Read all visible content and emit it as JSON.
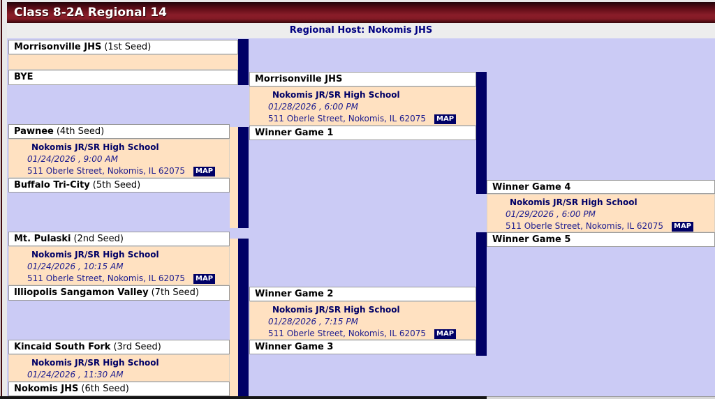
{
  "title": "Class 8-2A Regional 14",
  "host": "Regional Host: Nokomis JHS",
  "map_label": "MAP",
  "colors": {
    "maroon_header": "#8a1d29",
    "navy": "#000066",
    "lavender_background": "#cbcbf5",
    "peach_gamebox": "#ffe1c1",
    "white_slot": "#ffffff"
  },
  "round1": {
    "slot1": {
      "team": "Morrisonville JHS",
      "seed": "(1st Seed)"
    },
    "slot2": {
      "team": "BYE",
      "seed": ""
    },
    "slot3": {
      "team": "Pawnee",
      "seed": "(4th Seed)"
    },
    "slot4": {
      "team": "Buffalo Tri-City",
      "seed": "(5th Seed)"
    },
    "slot5": {
      "team": "Mt. Pulaski",
      "seed": "(2nd Seed)"
    },
    "slot6": {
      "team": "Illiopolis Sangamon Valley",
      "seed": "(7th Seed)"
    },
    "slot7": {
      "team": "Kincaid South Fork",
      "seed": "(3rd Seed)"
    },
    "slot8": {
      "team": "Nokomis JHS",
      "seed": "(6th Seed)"
    }
  },
  "round2": {
    "slot1": {
      "team": "Morrisonville JHS"
    },
    "slot2": {
      "team": "Winner Game 1"
    },
    "slot3": {
      "team": "Winner Game 2"
    },
    "slot4": {
      "team": "Winner Game 3"
    }
  },
  "round3": {
    "slot1": {
      "team": "Winner Game 4"
    },
    "slot2": {
      "team": "Winner Game 5"
    }
  },
  "games": {
    "game1": {
      "school": "Nokomis JR/SR High School",
      "datetime": "01/24/2026 , 9:00 AM",
      "address": "511 Oberle Street, Nokomis, IL 62075"
    },
    "game2": {
      "school": "Nokomis JR/SR High School",
      "datetime": "01/24/2026 , 10:15 AM",
      "address": "511 Oberle Street, Nokomis, IL 62075"
    },
    "game3": {
      "school": "Nokomis JR/SR High School",
      "datetime": "01/24/2026 , 11:30 AM"
    },
    "game4": {
      "school": "Nokomis JR/SR High School",
      "datetime": "01/28/2026 , 6:00 PM",
      "address": "511 Oberle Street, Nokomis, IL 62075"
    },
    "game5": {
      "school": "Nokomis JR/SR High School",
      "datetime": "01/28/2026 , 7:15 PM",
      "address": "511 Oberle Street, Nokomis, IL 62075"
    },
    "final": {
      "school": "Nokomis JR/SR High School",
      "datetime": "01/29/2026 , 6:00 PM",
      "address": "511 Oberle Street, Nokomis, IL 62075"
    }
  }
}
